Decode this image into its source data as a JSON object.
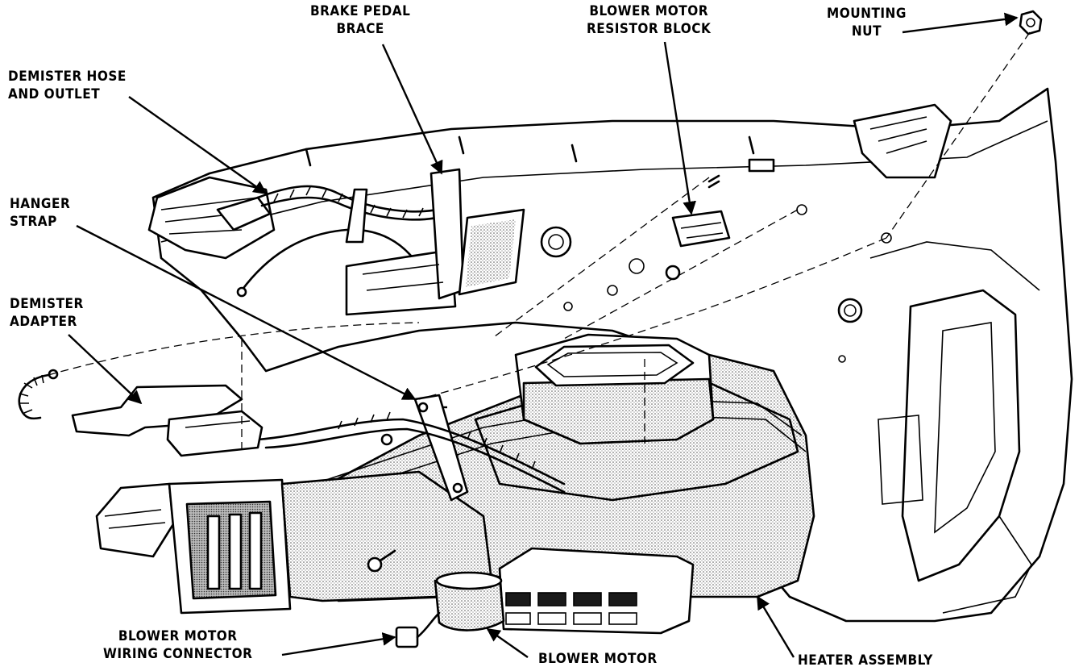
{
  "labels": {
    "brake_pedal_brace": [
      "BRAKE PEDAL",
      "BRACE"
    ],
    "blower_motor_resistor_block": [
      "BLOWER MOTOR",
      "RESISTOR BLOCK"
    ],
    "mounting_nut": [
      "MOUNTING",
      "NUT"
    ],
    "demister_hose_and_outlet": [
      "DEMISTER HOSE",
      "AND OUTLET"
    ],
    "hanger_strap": [
      "HANGER",
      "STRAP"
    ],
    "demister_adapter": [
      "DEMISTER",
      "ADAPTER"
    ],
    "blower_motor_wiring_connector": [
      "BLOWER MOTOR",
      "WIRING CONNECTOR"
    ],
    "blower_motor": "BLOWER MOTOR",
    "heater_assembly": "HEATER ASSEMBLY"
  }
}
